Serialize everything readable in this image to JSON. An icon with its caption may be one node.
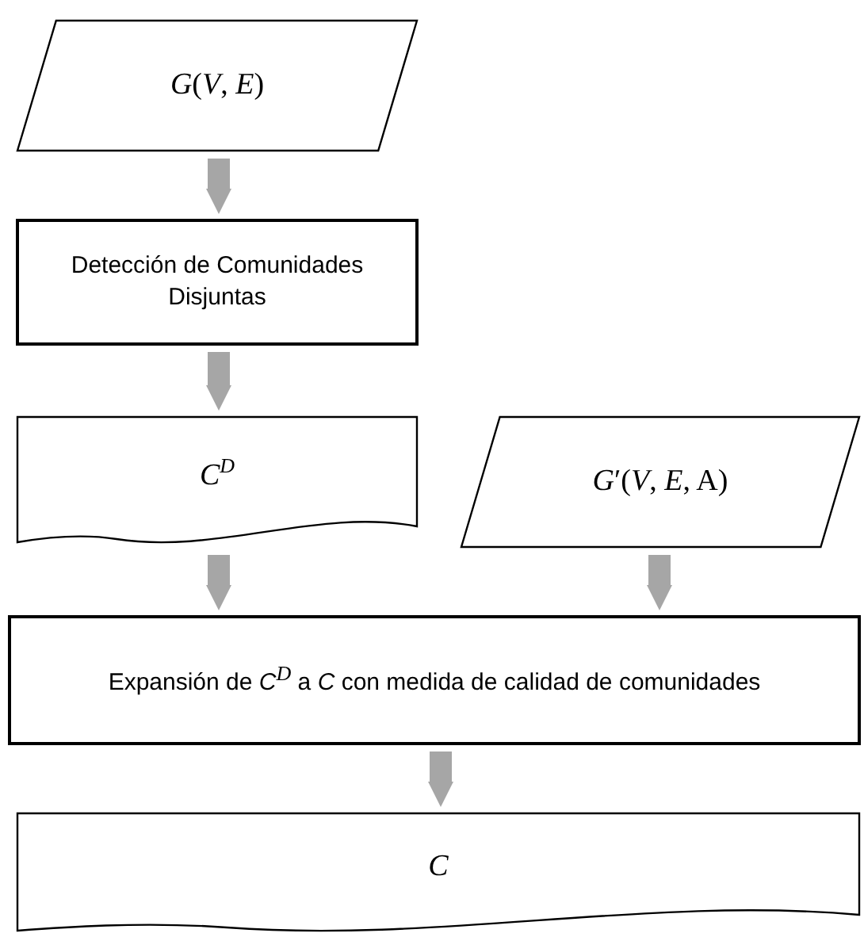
{
  "diagram": {
    "nodes": [
      {
        "text": [
          "*G*(*V*, *E*)"
        ]
      },
      {
        "text": [
          "Detección de Comunidades Disjuntas"
        ]
      },
      {
        "text": [
          "*C*$^{D}$"
        ]
      },
      {
        "text": [
          "*G*′(*V*, *E*, A)"
        ]
      },
      {
        "text": [
          "Expansión de *C*$^{D}$ a *C* con medida de calidad de comunidades"
        ]
      },
      {
        "text": [
          "*C*"
        ]
      }
    ],
    "edges": [
      {
        "from": 0,
        "to": 1,
        "arrow": "to"
      },
      {
        "from": 1,
        "to": 2,
        "arrow": "to"
      },
      {
        "from": 2,
        "to": 4,
        "arrow": "to"
      },
      {
        "from": 3,
        "to": 4,
        "arrow": "to"
      },
      {
        "from": 4,
        "to": 5,
        "arrow": "to"
      }
    ]
  }
}
